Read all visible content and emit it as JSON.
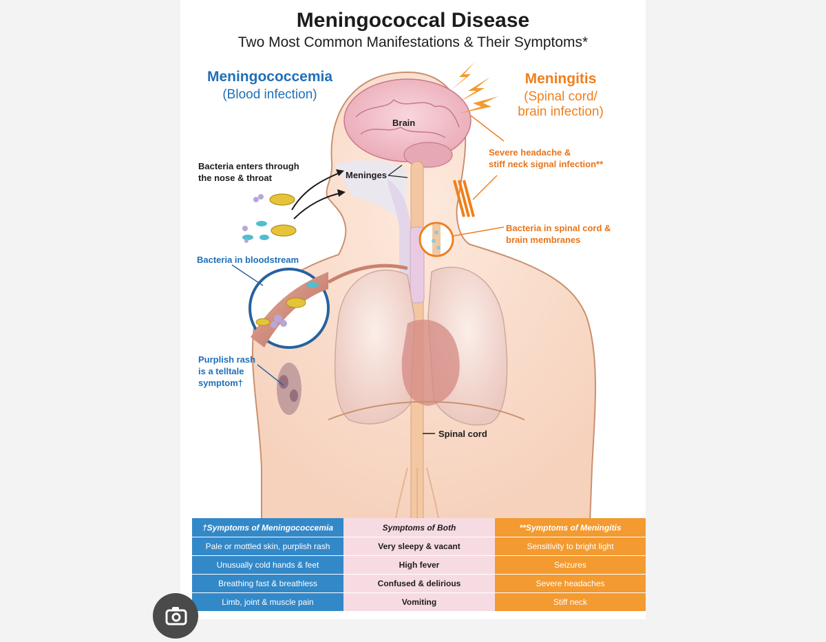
{
  "title": "Meningococcal Disease",
  "subtitle": "Two Most Common Manifestations & Their Symptoms*",
  "left_heading": {
    "name": "Meningococcemia",
    "sub": "(Blood infection)"
  },
  "right_heading": {
    "name": "Meningitis",
    "sub_line1": "(Spinal cord/",
    "sub_line2": "brain infection)"
  },
  "labels": {
    "brain": "Brain",
    "meninges": "Meninges",
    "bacteria_enters_1": "Bacteria enters through",
    "bacteria_enters_2": "the nose & throat",
    "bloodstream": "Bacteria in bloodstream",
    "rash_1": "Purplish rash",
    "rash_2": "is a telltale",
    "rash_3": "symptom†",
    "spinal_cord": "Spinal cord",
    "headache_1": "Severe headache &",
    "headache_2": "stiff neck signal infection**",
    "membranes_1": "Bacteria in spinal cord &",
    "membranes_2": "brain membranes"
  },
  "table": {
    "headers": [
      "†Symptoms of Meningococcemia",
      "Symptoms of Both",
      "**Symptoms of Meningitis"
    ],
    "rows": [
      [
        "Pale or mottled skin, purplish rash",
        "Very sleepy & vacant",
        "Sensitivity to bright light"
      ],
      [
        "Unusually cold hands & feet",
        "High fever",
        "Seizures"
      ],
      [
        "Breathing fast & breathless",
        "Confused & delirious",
        "Severe headaches"
      ],
      [
        "Limb, joint & muscle pain",
        "Vomiting",
        "Stiff neck"
      ]
    ]
  },
  "colors": {
    "blue": "#1f6fb8",
    "orange": "#f07f1b",
    "pink": "#f7dbe3"
  },
  "icons": {
    "camera": "camera-icon"
  }
}
